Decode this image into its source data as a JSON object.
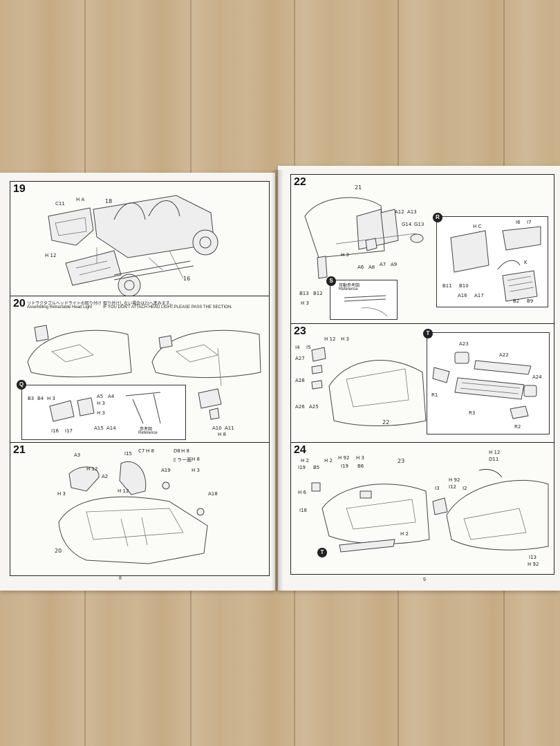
{
  "left_page": {
    "page_number": "8",
    "step19": {
      "number": "19",
      "parts": [
        "C11",
        "H A",
        "18",
        "H 12",
        "16"
      ]
    },
    "step20": {
      "number": "20",
      "title_jp": "リトラクタブルヘッドライトの取り付け",
      "title_en": "Assembling Retractable Head Light",
      "note_jp": "取り付けしない場合は21へ進みます。",
      "note_en": "IF YOU DON'T ATTACH HEAD LIGHT,PLEASE PASS THE SECTION.",
      "sub_q_badge": "Q",
      "sub_q_parts": [
        "B3",
        "B4",
        "H 3",
        "A5",
        "A4",
        "H 3",
        "H 3",
        "I16",
        "I17",
        "A15",
        "A14",
        "A10",
        "A11",
        "H 8"
      ],
      "reference_jp": "参考図",
      "reference_en": "Reference"
    },
    "step21": {
      "number": "21",
      "parts": [
        "A3",
        "I15",
        "C7",
        "H 8",
        "D8",
        "H 8",
        "H 12",
        "ミラー面",
        "H 8",
        "A2",
        "A19",
        "H 3",
        "H 3",
        "A18",
        "H 12",
        "20"
      ]
    }
  },
  "right_page": {
    "page_number": "9",
    "step22": {
      "number": "22",
      "parts": [
        "21",
        "A12",
        "A13",
        "G14",
        "G13",
        "H 3",
        "A6",
        "A8",
        "A7",
        "A9",
        "B13",
        "B12",
        "H 3"
      ],
      "sub_r_badge": "R",
      "sub_r_parts": [
        "H C",
        "I6",
        "I7",
        "K",
        "B11",
        "B10",
        "A16",
        "A17",
        "B2",
        "B9"
      ],
      "sub_s_badge": "S",
      "reference_jp": "可動参考図",
      "reference_en": "Reference"
    },
    "step23": {
      "number": "23",
      "parts": [
        "I4",
        "I5",
        "H 12",
        "H 3",
        "A27",
        "A28",
        "A26",
        "A25",
        "22"
      ],
      "sub_t_badge": "T",
      "sub_t_parts": [
        "A23",
        "A22",
        "R1",
        "A24",
        "R3",
        "R2"
      ]
    },
    "step24": {
      "number": "24",
      "parts": [
        "H 2",
        "I19",
        "B5",
        "H 2",
        "H 92",
        "I19",
        "H 3",
        "B6",
        "23",
        "H 6",
        "I18",
        "H 2",
        "T",
        "I3",
        "H 92",
        "I12",
        "I2",
        "H 12",
        "D11",
        "I13",
        "H 92"
      ]
    }
  }
}
